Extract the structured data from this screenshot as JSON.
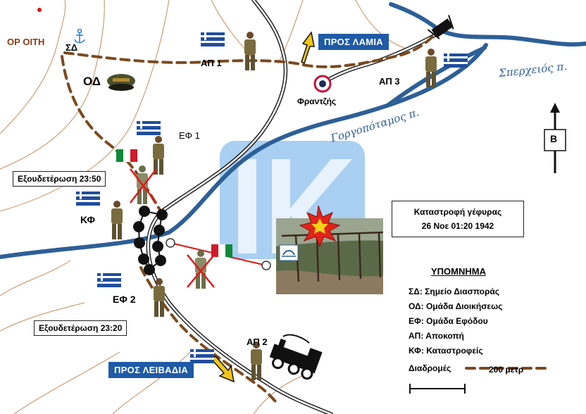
{
  "labels": {
    "or_oith": "ΟΡ ΟΙΤΗ",
    "sd": "ΣΔ",
    "od": "ΟΔ",
    "ap1": "ΑΠ 1",
    "ap2": "ΑΠ 2",
    "ap3": "ΑΠ 3",
    "ef1": "ΕΦ 1",
    "ef2": "ΕΦ 2",
    "kf": "ΚΦ",
    "frantzis": "Φραντζής"
  },
  "rivers": {
    "spercheios": "Σπερχειός π.",
    "gorgopotamos": "Γοργοπόταμος π."
  },
  "directions": {
    "to_lamia": "ΠΡΟΣ ΛΑΜΙΑ",
    "to_leivadia": "ΠΡΟΣ ΛΕΙΒΑΔΙΑ"
  },
  "compass": {
    "north": "Β"
  },
  "events": {
    "neutralize_1": "Εξουδετέρωση 23:50",
    "neutralize_2": "Εξουδετέρωση 23:20",
    "destruction_title": "Καταστροφή  γέφυρας",
    "destruction_time": "26 Νοε 01:20 1942"
  },
  "legend": {
    "title": "ΥΠΟΜΝΗΜΑ",
    "items": [
      "ΣΔ: Σημείο Διασποράς",
      "ΟΔ: Ομάδα Διοικήσεως",
      "ΕΦ: Ομάδα Εφόδου",
      "ΑΠ: Αποκοπή",
      "ΚΦ: Καταστροφείς"
    ],
    "routes": "Διαδρομές",
    "scale": "200 μετρ"
  },
  "colors": {
    "river": "#2d5f98",
    "route": "#7b4a1e",
    "terrain": "#c98a5a",
    "railway": "#222222",
    "direction_button": "#1f5aa6",
    "watermark": "#a9cff2",
    "flag_blue": "#1f4e9e"
  },
  "icons": [
    "anchor-icon",
    "officer-cap-icon",
    "soldier-icon",
    "greek-flag-icon",
    "italian-flag-icon",
    "train-icon",
    "explosion-icon",
    "target-icon",
    "north-arrow-icon"
  ]
}
